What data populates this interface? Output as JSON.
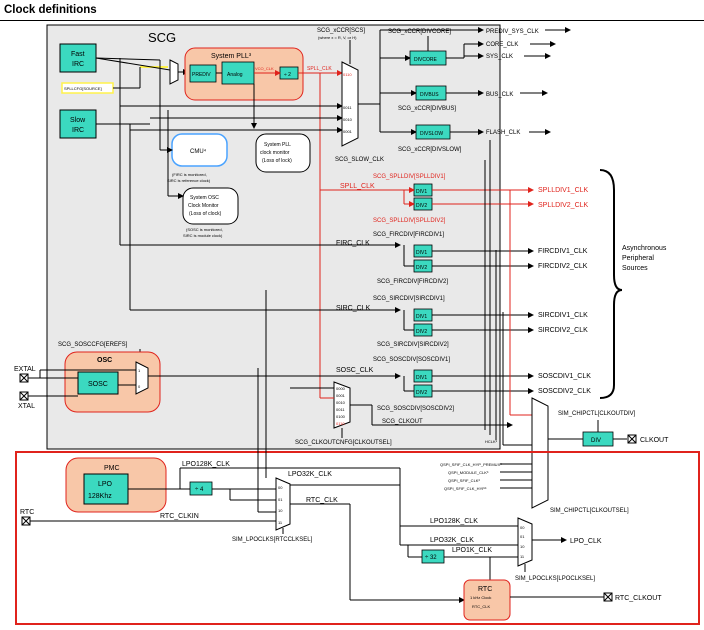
{
  "page": {
    "title": "Clock definitions"
  },
  "scg": {
    "label": "SCG",
    "fast_irc": [
      "Fast",
      "IRC"
    ],
    "slow_irc": [
      "Slow",
      "IRC"
    ],
    "spllcfg": "SPLLCFG[SOURCE]",
    "pll_title": "System PLL³",
    "prediv": "PREDIV",
    "analog": "Analog",
    "vco_clk": "VCO_CLK",
    "div2": "÷ 2",
    "spll_clk_top": "SPLL_CLK",
    "xccr_scs": "SCG_xCCR[SCS]",
    "xccr_note": "(where x = R, V, or H)",
    "xccr_divcore": "SCG_xCCR[DIVCORE]",
    "xccr_divbus": "SCG_xCCR[DIVBUS]",
    "xccr_divslow": "SCG_xCCR[DIVSLOW]",
    "divcore": "DIVCORE",
    "divbus": "DIVBUS",
    "divslow": "DIVSLOW",
    "mux_0110": "0110",
    "mux_0011": "0011",
    "mux_0010": "0010",
    "mux_0001": "0001",
    "pll_monitor": [
      "System PLL",
      "clock monitor",
      "(Loss of lock)"
    ],
    "cmu": "CMU⁴",
    "cmu_note": [
      "(FIRC is monitored,",
      "SIRC is reference clock)"
    ],
    "osc_monitor": [
      "System OSC",
      "Clock Monitor",
      "(Loss of clock)"
    ],
    "osc_monitor_note": [
      "(SOSC is monitored,",
      "SIRC is module clock)"
    ],
    "slow_clk": "SCG_SLOW_CLK",
    "spll_clk": "SPLL_CLK",
    "spll_div1_reg": "SCG_SPLLDIV[SPLLDIV1]",
    "spll_div2_reg": "SCG_SPLLDIV[SPLLDIV2]",
    "firc_clk": "FIRC_CLK",
    "firc_div1_reg": "SCG_FIRCDIV[FIRCDIV1]",
    "firc_div2_reg": "SCG_FIRCDIV[FIRCDIV2]",
    "sirc_clk": "SIRC_CLK",
    "sirc_div1_reg": "SCG_SIRCDIV[SIRCDIV1]",
    "sirc_div2_reg": "SCG_SIRCDIV[SIRCDIV2]",
    "sosc_clk": "SOSC_CLK",
    "sosc_div1_reg": "SCG_SOSCDIV[SOSCDIV1]",
    "sosc_div2_reg": "SCG_SOSCDIV[SOSCDIV2]",
    "div1": "DIV1",
    "div2b": "DIV2",
    "soscfg": "SCG_SOSCCFG[EREFS]",
    "osc_label": "OSC",
    "sosc_box": "SOSC",
    "extal": "EXTAL",
    "xtal": "XTAL",
    "in1": "1",
    "in0": "0",
    "scg_clkout": "SCG_CLKOUT",
    "clkoutcnfg": "SCG_CLKOUTCNFG[CLKOUTSEL]",
    "clkout_mux": [
      "0000",
      "0001",
      "0010",
      "0011",
      "0100",
      "0110"
    ]
  },
  "outputs": {
    "prediv_sys": "PREDIV_SYS_CLK",
    "core": "CORE_CLK",
    "sys": "SYS_CLK",
    "bus": "BUS_CLK",
    "flash": "FLASH_CLK",
    "splldiv1": "SPLLDIV1_CLK",
    "splldiv2": "SPLLDIV2_CLK",
    "fircdiv1": "FIRCDIV1_CLK",
    "fircdiv2": "FIRCDIV2_CLK",
    "sircdiv1": "SIRCDIV1_CLK",
    "sircdiv2": "SIRCDIV2_CLK",
    "soscdiv1": "SOSCDIV1_CLK",
    "soscdiv2": "SOSCDIV2_CLK",
    "async": [
      "Asynchronous",
      "Peripheral",
      "Sources"
    ]
  },
  "chip": {
    "chipctl_div": "SIM_CHIPCTL[CLKOUTDIV]",
    "div": "DIV",
    "clkout": "CLKOUT",
    "chipctl_sel": "SIM_CHIPCTL[CLKOUTSEL]",
    "hclk": "HCLK⁵",
    "ext_lines": [
      "QSPI_SFIF_CLK_HYP_PREMUX⁶",
      "QSPI_MODULE_CLK⁶",
      "QSPI_SFIF_CLK⁶",
      "QSPI_SFIF_CLK_HYP⁶"
    ]
  },
  "pmc": {
    "label": "PMC",
    "lpo": "LPO",
    "lpo_freq": "128Khz",
    "lpo128k": "LPO128K_CLK",
    "div4": "÷ 4",
    "lpo32k": "LPO32K_CLK",
    "rtc_clk": "RTC_CLK",
    "rtc": "RTC",
    "rtc_clkin": "RTC_CLKIN",
    "rtcclksel": "SIM_LPOCLKS[RTCCLKSEL]",
    "rtc_mux": [
      "00",
      "01",
      "10",
      "11"
    ],
    "lpo128k_b": "LPO128K_CLK",
    "lpo32k_b": "LPO32K_CLK",
    "lpo1k": "LPO1K_CLK",
    "div32": "÷ 32",
    "lpo_clk": "LPO_CLK",
    "lposel": "SIM_LPOCLKS[LPOCLKSEL]",
    "lpo_mux": [
      "00",
      "01",
      "10",
      "11"
    ],
    "rtc_block": "RTC",
    "rtc_1khz": "1 kHz Clock",
    "rtc_clk_in": "RTC_CLK",
    "rtc_clkout": "RTC_CLKOUT"
  },
  "colors": {
    "red": "#e0231c",
    "teal": "#3bd9c0",
    "peach": "#f8c7a8",
    "grey": "#e9e9e9",
    "yellow": "#fff24a",
    "blue": "#4aa3ff"
  }
}
